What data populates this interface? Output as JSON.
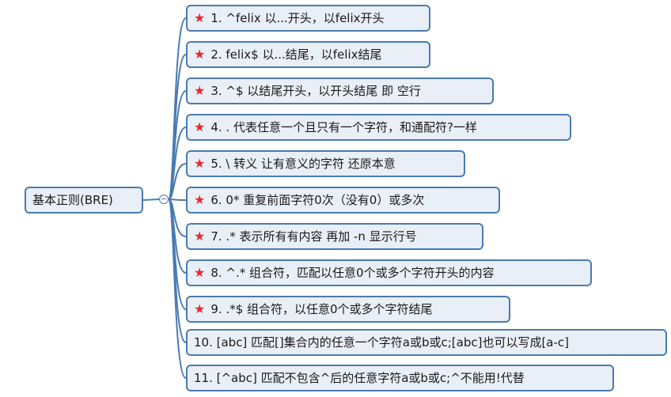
{
  "root": {
    "label": "基本正则(BRE)"
  },
  "items": [
    {
      "label": "1. ^felix 以...开头，以felix开头",
      "star": true
    },
    {
      "label": "2. felix$ 以...结尾，以felix结尾",
      "star": true
    },
    {
      "label": "3. ^$ 以结尾开头，以开头结尾 即 空行",
      "star": true
    },
    {
      "label": "4. . 代表任意一个且只有一个字符，和通配符?一样",
      "star": true
    },
    {
      "label": "5. \\ 转义 让有意义的字符 还原本意",
      "star": true
    },
    {
      "label": "6. 0* 重复前面字符0次（没有0）或多次",
      "star": true
    },
    {
      "label": "7. .* 表示所有有内容 再加 -n 显示行号",
      "star": true
    },
    {
      "label": "8. ^.* 组合符，匹配以任意0个或多个字符开头的内容",
      "star": true
    },
    {
      "label": "9. .*$ 组合符，以任意0个或多个字符结尾",
      "star": true
    },
    {
      "label": "10. [abc] 匹配[]集合内的任意一个字符a或b或c;[abc]也可以写成[a-c]",
      "star": false
    },
    {
      "label": "11. [^abc] 匹配不包含^后的任意字符a或b或c;^不能用!代替",
      "star": false
    }
  ],
  "icons": {
    "priority": "star-icon",
    "collapse": "collapse-toggle-icon"
  },
  "colors": {
    "border": "#4a7bb1",
    "fill": "#e9eff7",
    "star": "#e8282b"
  }
}
